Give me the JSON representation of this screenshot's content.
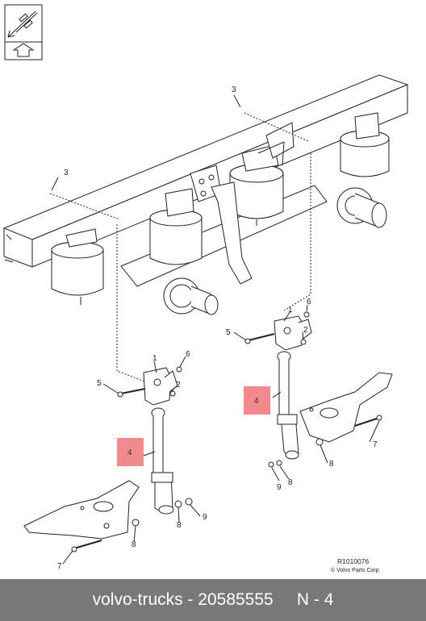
{
  "callouts": {
    "c3a": "3",
    "c3b": "3",
    "c1a": "1",
    "c6a": "6",
    "c5a": "5",
    "c2a": "2",
    "c4a": "4",
    "c7a": "7",
    "c8a": "8",
    "c9a": "9",
    "c1b": "1",
    "c6b": "6",
    "c5b": "5",
    "c2b": "2",
    "c4b": "4",
    "c7b": "7",
    "c8b": "8",
    "c9b": "9"
  },
  "reference": {
    "code": "R1010076",
    "copyright": "© Volvo Parts Corp"
  },
  "footer": {
    "text": "volvo-trucks - 20585555     N - 4"
  },
  "colors": {
    "highlight": "#f08a8d",
    "footer_bg": "#787878"
  }
}
